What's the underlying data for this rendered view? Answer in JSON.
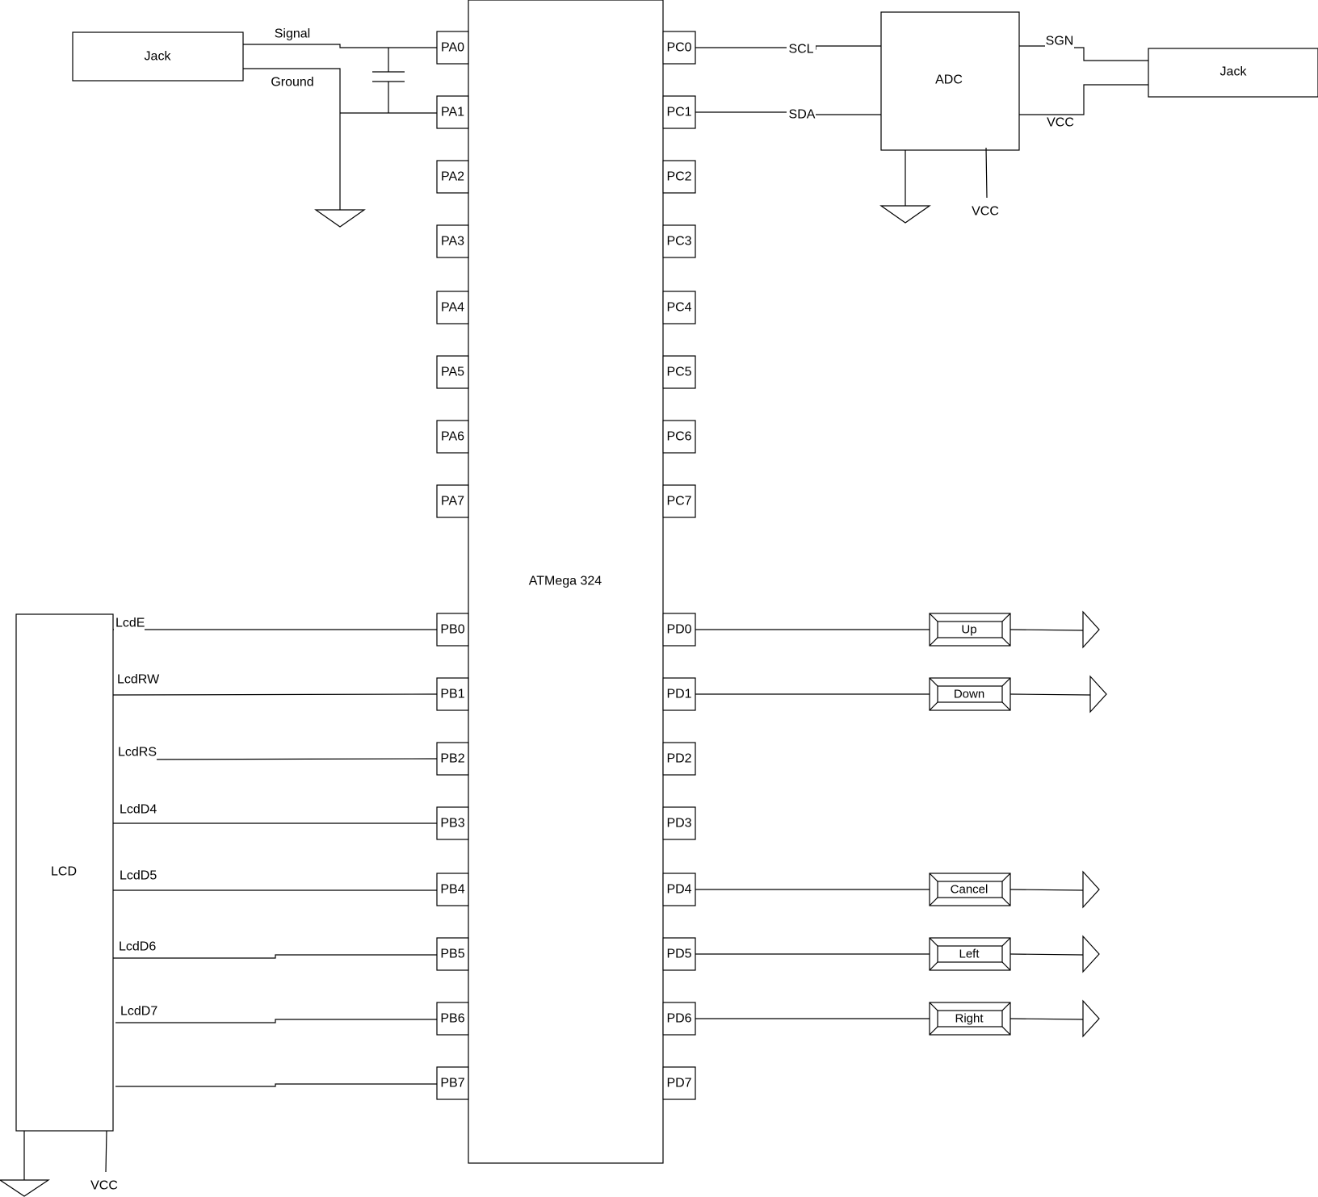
{
  "mcu": {
    "label": "ATMega 324"
  },
  "left_pins": [
    "PA0",
    "PA1",
    "PA2",
    "PA3",
    "PA4",
    "PA5",
    "PA6",
    "PA7",
    "PB0",
    "PB1",
    "PB2",
    "PB3",
    "PB4",
    "PB5",
    "PB6",
    "PB7"
  ],
  "right_pins": [
    "PC0",
    "PC1",
    "PC2",
    "PC3",
    "PC4",
    "PC5",
    "PC6",
    "PC7",
    "PD0",
    "PD1",
    "PD2",
    "PD3",
    "PD4",
    "PD5",
    "PD6",
    "PD7"
  ],
  "jack_left": {
    "label": "Jack",
    "signal_label": "Signal",
    "ground_label": "Ground"
  },
  "adc": {
    "label": "ADC",
    "scl_label": "SCL",
    "sda_label": "SDA",
    "sgn_label": "SGN",
    "vcc_label": "VCC",
    "vcc_bottom_label": "VCC"
  },
  "jack_right": {
    "label": "Jack"
  },
  "lcd": {
    "label": "LCD",
    "vcc_label": "VCC",
    "signals": [
      "LcdE",
      "LcdRW",
      "LcdRS",
      "LcdD4",
      "LcdD5",
      "LcdD6",
      "LcdD7"
    ]
  },
  "buttons": [
    "Up",
    "Down",
    "Cancel",
    "Left",
    "Right"
  ]
}
